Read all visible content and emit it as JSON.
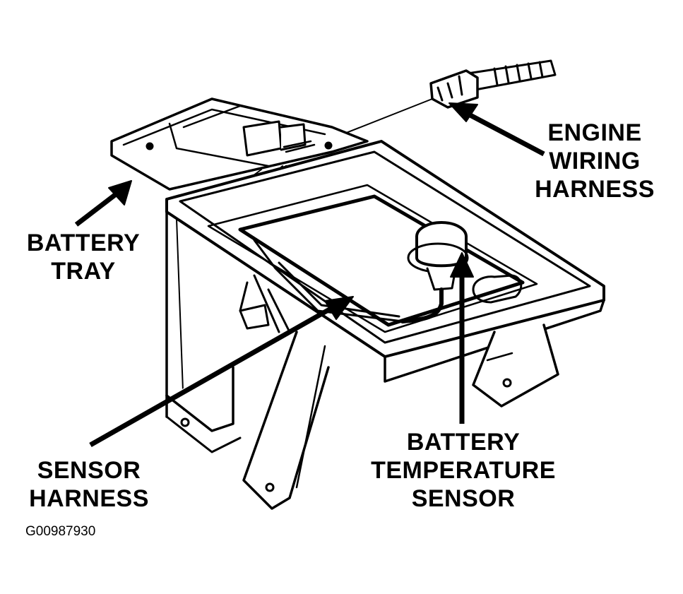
{
  "labels": {
    "engine_wiring_harness": [
      "ENGINE",
      "WIRING",
      "HARNESS"
    ],
    "battery_tray": [
      "BATTERY",
      "TRAY"
    ],
    "sensor_harness": [
      "SENSOR",
      "HARNESS"
    ],
    "battery_temperature_sensor": [
      "BATTERY",
      "TEMPERATURE",
      "SENSOR"
    ]
  },
  "figure_id": "G00987930",
  "colors": {
    "ink": "#000000",
    "paper": "#ffffff"
  }
}
